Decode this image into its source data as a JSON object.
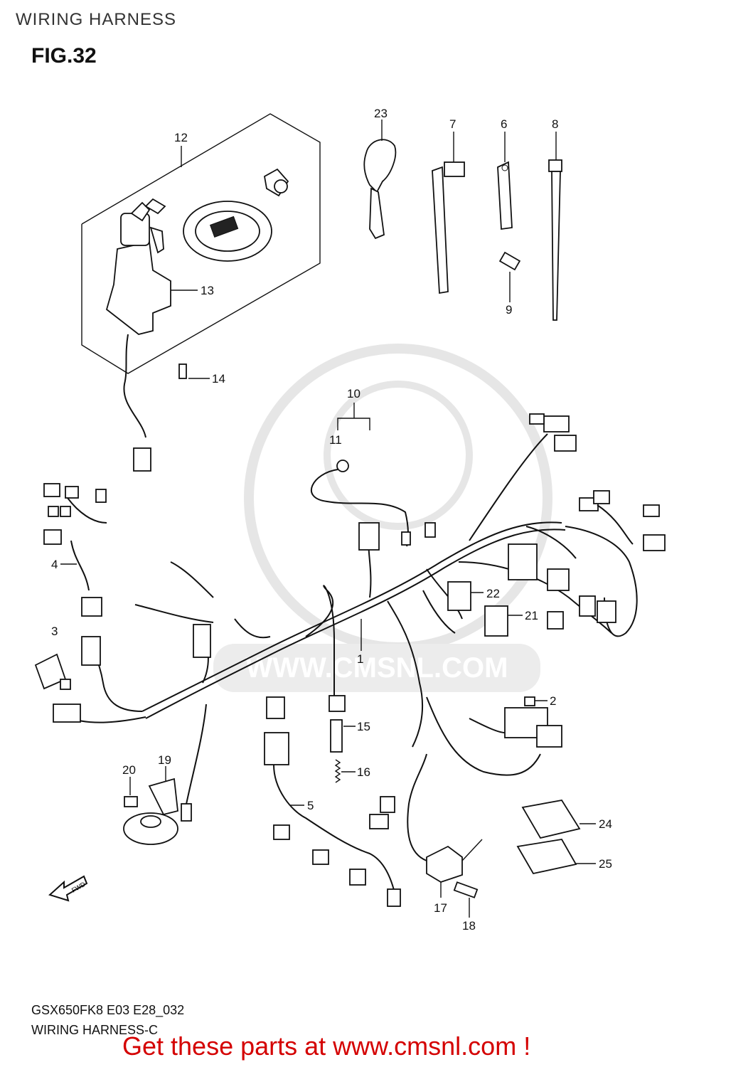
{
  "header": {
    "title": "WIRING HARNESS",
    "figure": "FIG.32"
  },
  "footer": {
    "model_code": "GSX650FK8 E03 E28_032",
    "subtitle": "WIRING HARNESS-C",
    "promo": "Get these parts at www.cmsnl.com !"
  },
  "watermark": {
    "text": "WWW.CMSNL.COM"
  },
  "direction_arrow": {
    "label": "FWD"
  },
  "callouts": [
    "1",
    "2",
    "3",
    "4",
    "5",
    "6",
    "7",
    "8",
    "9",
    "10",
    "11",
    "12",
    "13",
    "14",
    "15",
    "16",
    "17",
    "18",
    "19",
    "20",
    "21",
    "22",
    "23",
    "24",
    "25"
  ],
  "colors": {
    "line": "#111111",
    "promo": "#d40000",
    "watermark": "#d8d8d8"
  }
}
